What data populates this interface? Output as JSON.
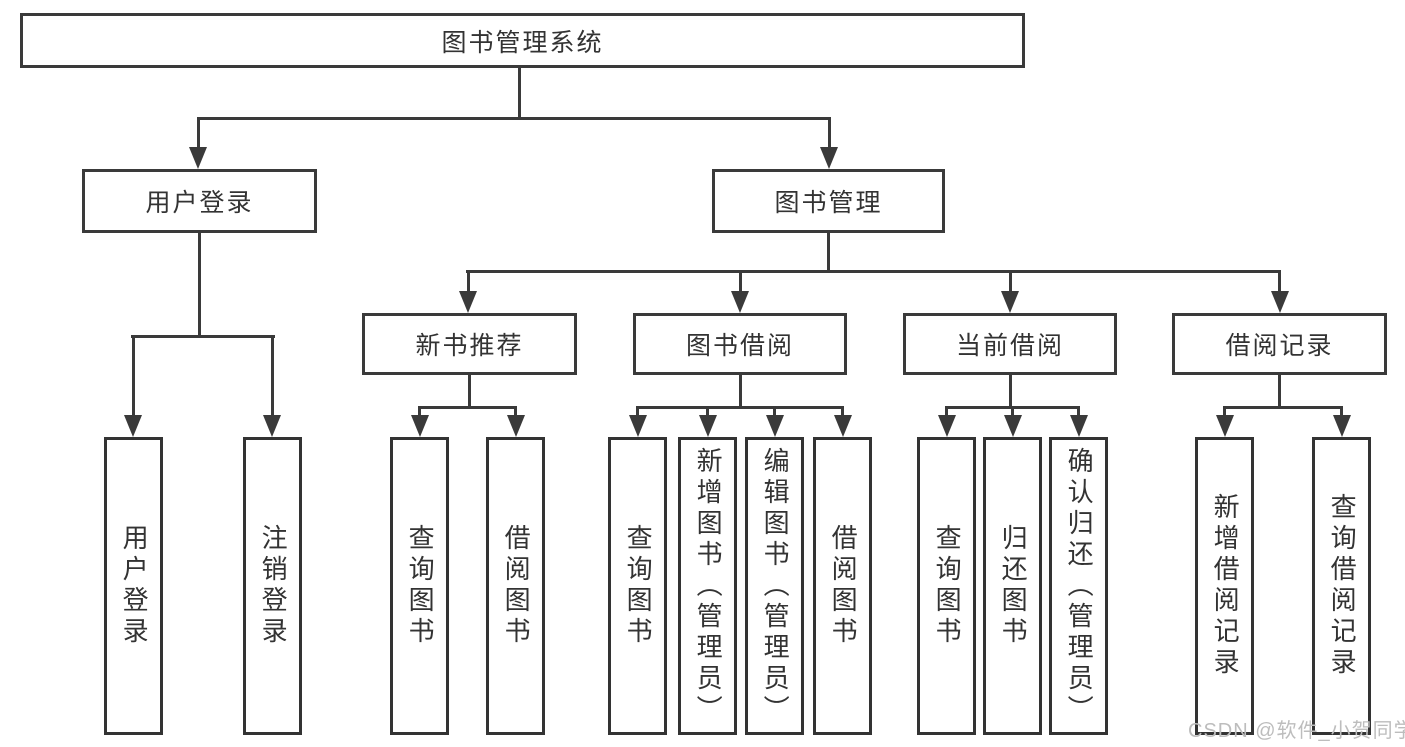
{
  "colors": {
    "line": "#3a3a3a",
    "text": "#333333",
    "background": "#ffffff",
    "watermark": "#bdbdbd"
  },
  "watermark": {
    "text": "CSDN @软件_小贺同学"
  },
  "tree": {
    "root": "图书管理系统",
    "branches": [
      {
        "label": "用户登录",
        "children": [
          "用户登录",
          "注销登录"
        ]
      },
      {
        "label": "图书管理",
        "sections": [
          {
            "label": "新书推荐",
            "children": [
              "查询图书",
              "借阅图书"
            ]
          },
          {
            "label": "图书借阅",
            "children": [
              "查询图书",
              "新增图书（管理员）",
              "编辑图书（管理员）",
              "借阅图书"
            ]
          },
          {
            "label": "当前借阅",
            "children": [
              "查询图书",
              "归还图书",
              "确认归还（管理员）"
            ]
          },
          {
            "label": "借阅记录",
            "children": [
              "新增借阅记录",
              "查询借阅记录"
            ]
          }
        ]
      }
    ]
  }
}
